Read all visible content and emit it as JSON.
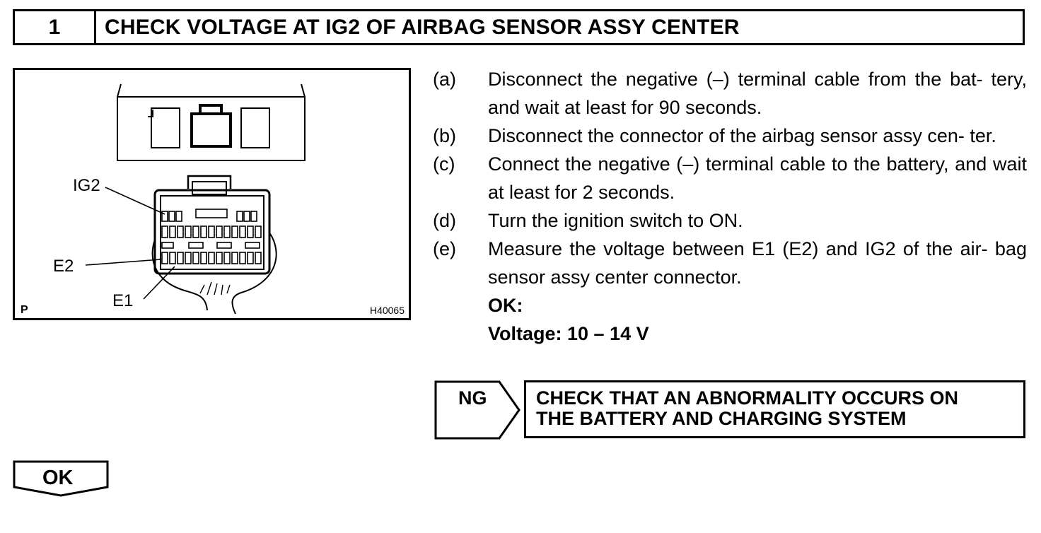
{
  "header": {
    "step_number": "1",
    "title": "CHECK VOLTAGE AT IG2 OF AIRBAG SENSOR ASSY CENTER"
  },
  "illustration": {
    "callouts": {
      "ig2": "IG2",
      "e2": "E2",
      "e1": "E1"
    },
    "corner_mark": "P",
    "figure_code": "H40065"
  },
  "steps": [
    {
      "label": "(a)",
      "text": "Disconnect the negative (–) terminal cable from the bat- tery, and wait at least for 90 seconds."
    },
    {
      "label": "(b)",
      "text": "Disconnect the connector of the airbag sensor assy cen- ter."
    },
    {
      "label": "(c)",
      "text": "Connect the negative (–) terminal cable to the battery, and wait at least for 2 seconds."
    },
    {
      "label": "(d)",
      "text": "Turn the ignition switch to ON."
    },
    {
      "label": "(e)",
      "text": "Measure the voltage between E1 (E2) and IG2 of the air- bag sensor assy center connector."
    }
  ],
  "result": {
    "ok_heading": "OK:",
    "spec": "Voltage: 10 – 14 V"
  },
  "ng": {
    "label": "NG",
    "action_line1": "CHECK THAT AN ABNORMALITY OCCURS ON",
    "action_line2": "THE BATTERY AND CHARGING SYSTEM"
  },
  "ok": {
    "label": "OK"
  }
}
